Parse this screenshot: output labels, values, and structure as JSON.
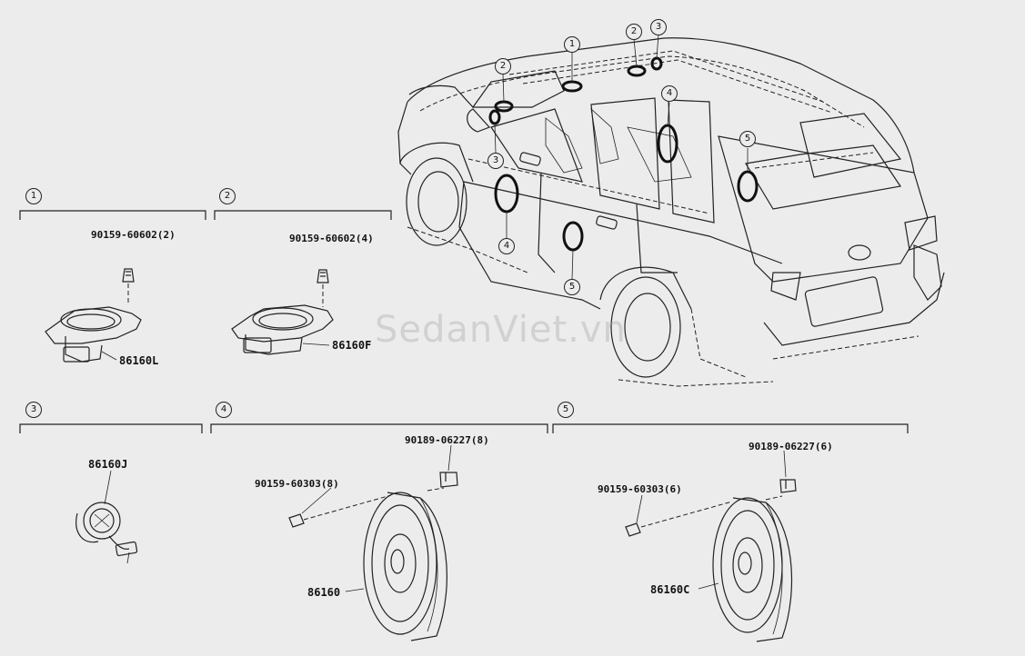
{
  "callouts": [
    "1",
    "2",
    "3",
    "4",
    "5"
  ],
  "groups": {
    "g1": {
      "number": "1",
      "fastener": "90159-60602(2)",
      "part": "86160L"
    },
    "g2": {
      "number": "2",
      "fastener": "90159-60602(4)",
      "part": "86160F"
    },
    "g3": {
      "number": "3",
      "part": "86160J"
    },
    "g4": {
      "number": "4",
      "fastener_a": "90189-06227(8)",
      "fastener_b": "90159-60303(8)",
      "part": "86160"
    },
    "g5": {
      "number": "5",
      "fastener_a": "90189-06227(6)",
      "fastener_b": "90159-60303(6)",
      "part": "86160C"
    }
  },
  "vehicle_callouts": [
    "1",
    "2",
    "2",
    "3",
    "3",
    "4",
    "4",
    "5",
    "5"
  ],
  "watermark": "SedanViet.vn"
}
